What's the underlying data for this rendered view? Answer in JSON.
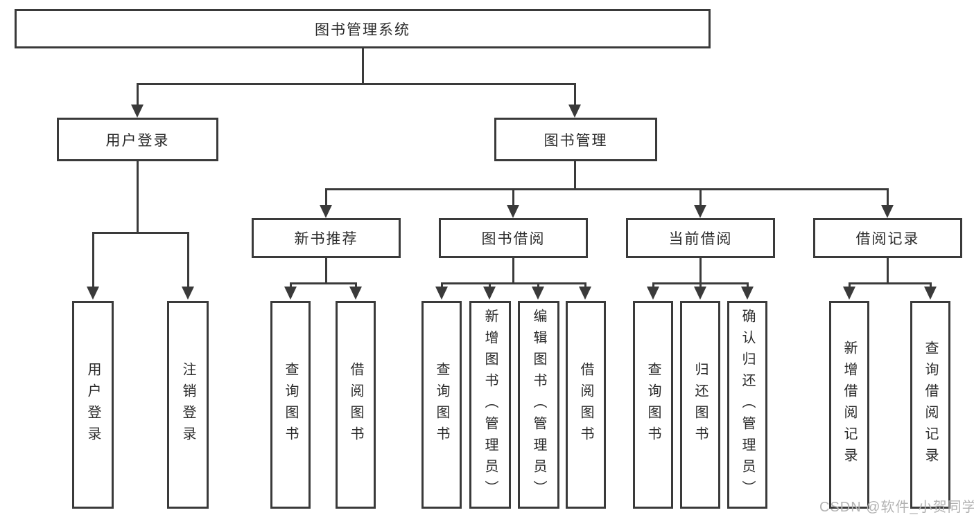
{
  "tree": {
    "root": "图书管理系统",
    "children": [
      {
        "label": "用户登录",
        "children": [
          "用户登录",
          "注销登录"
        ]
      },
      {
        "label": "图书管理",
        "children": [
          {
            "label": "新书推荐",
            "children": [
              "查询图书",
              "借阅图书"
            ]
          },
          {
            "label": "图书借阅",
            "children": [
              "查询图书",
              "新增图书（管理员）",
              "编辑图书（管理员）",
              "借阅图书"
            ]
          },
          {
            "label": "当前借阅",
            "children": [
              "查询图书",
              "归还图书",
              "确认归还（管理员）"
            ]
          },
          {
            "label": "借阅记录",
            "children": [
              "新增借阅记录",
              "查询借阅记录"
            ]
          }
        ]
      }
    ]
  },
  "watermark": "CSDN @软件_小贺同学",
  "colors": {
    "line": "#3a3a3a",
    "text": "#2b2b2b",
    "watermark": "#b3b3b3",
    "background": "#ffffff"
  }
}
